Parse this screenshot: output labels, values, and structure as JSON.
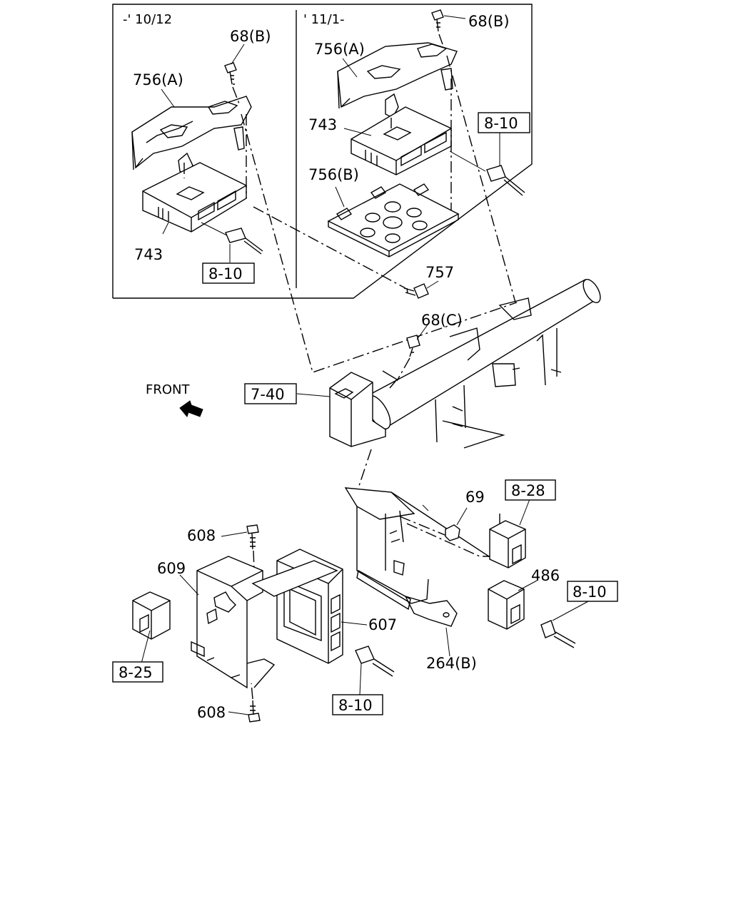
{
  "inset": {
    "left_period": "-' 10/12",
    "right_period": "' 11/1-"
  },
  "labels": {
    "l68b_left": "68(B)",
    "l68b_right": "68(B)",
    "l756a_left": "756(A)",
    "l756a_right": "756(A)",
    "l743_left": "743",
    "l743_right": "743",
    "l756b": "756(B)",
    "l757": "757",
    "l68c": "68(C)",
    "l69": "69",
    "l608_top": "608",
    "l608_bottom": "608",
    "l609": "609",
    "l607": "607",
    "l486": "486",
    "l264b": "264(B)",
    "front": "FRONT"
  },
  "refs": {
    "r810_inset_left": "8-10",
    "r810_inset_right": "8-10",
    "r740": "7-40",
    "r828": "8-28",
    "r810_right": "8-10",
    "r825": "8-25",
    "r810_bottom": "8-10"
  }
}
